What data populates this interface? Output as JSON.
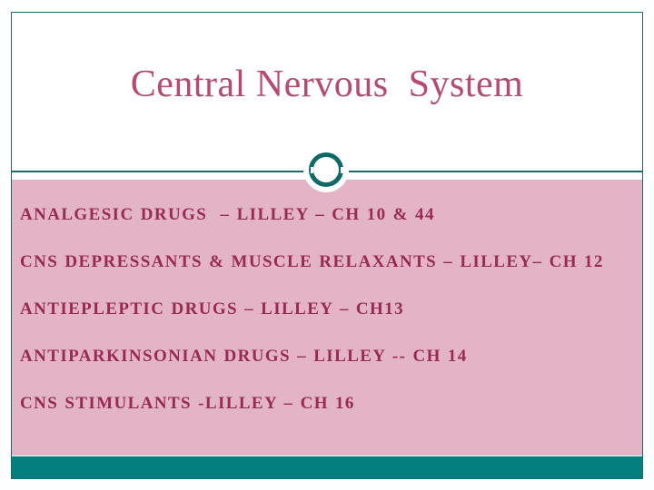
{
  "slide": {
    "title": "Central Nervous  System",
    "bullets": [
      "ANALGESIC DRUGS  – LILLEY – CH 10 & 44",
      "CNS DEPRESSANTS & MUSCLE RELAXANTS – LILLEY– CH 12",
      "ANTIEPLEPTIC DRUGS – LILLEY – CH13",
      "ANTIPARKINSONIAN DRUGS – LILLEY -- CH 14",
      "CNS STIMULANTS -LILLEY – CH 16"
    ],
    "ornament": "circle-ring",
    "colors": {
      "background": "#fdfeff",
      "frame_border": "#20696b",
      "divider": "#20696b",
      "ring": "#0e6a66",
      "panel_pink": "#e2b4c6",
      "bottom_bar": "#028080",
      "title_text": "#b84a70",
      "body_text": "#992a50"
    }
  }
}
